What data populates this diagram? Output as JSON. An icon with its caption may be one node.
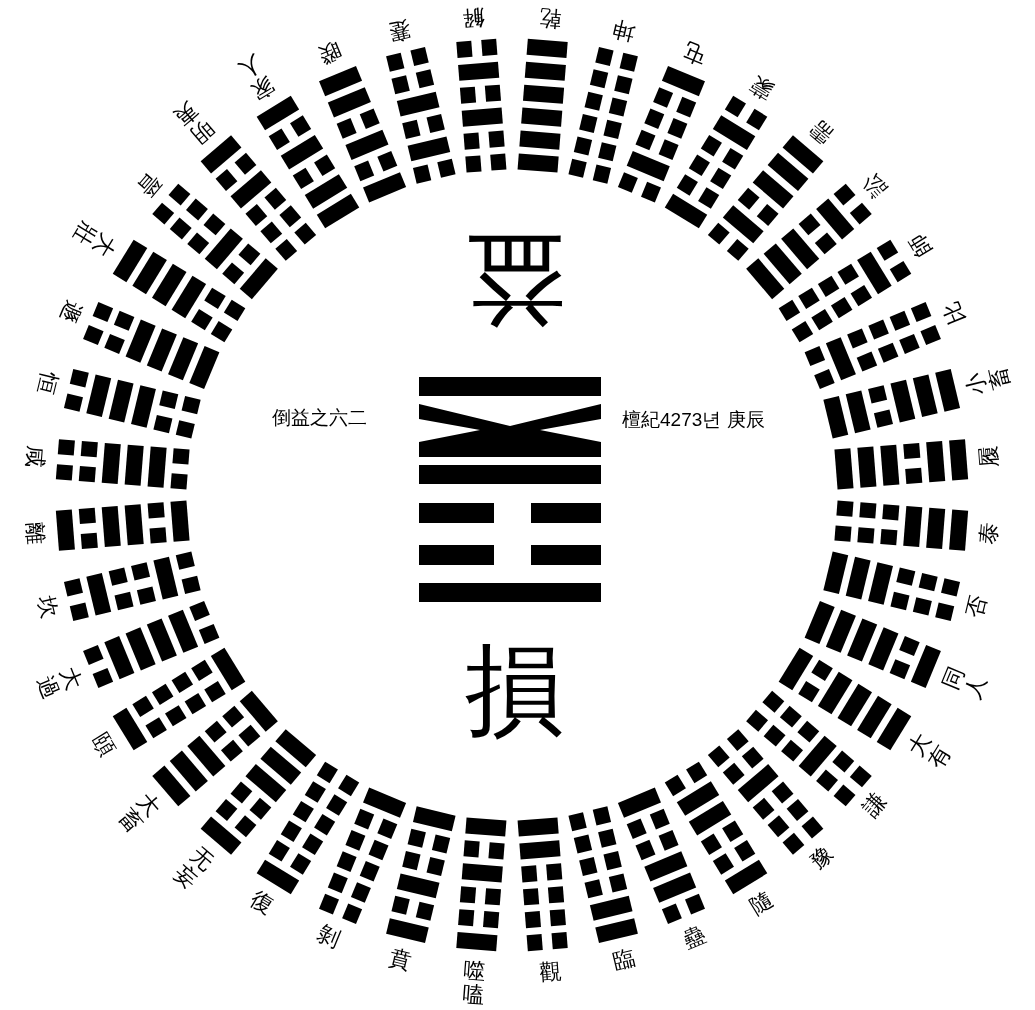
{
  "diagram": {
    "labels": [
      "益",
      "倒益之六二",
      "檀紀4273년 庚辰",
      "損",
      "乾",
      "坤",
      "屯",
      "蒙",
      "需",
      "訟",
      "師",
      "比",
      "小畜",
      "履",
      "泰",
      "否",
      "同人",
      "大有",
      "謙",
      "豫",
      "隨",
      "蠱",
      "臨",
      "觀",
      "噬嗑",
      "賁",
      "剝",
      "復",
      "无妄",
      "大畜",
      "頤",
      "大過",
      "坎",
      "離",
      "咸",
      "恒",
      "遯",
      "大壯",
      "晉",
      "明夷",
      "家人",
      "睽",
      "蹇",
      "解"
    ]
  }
}
